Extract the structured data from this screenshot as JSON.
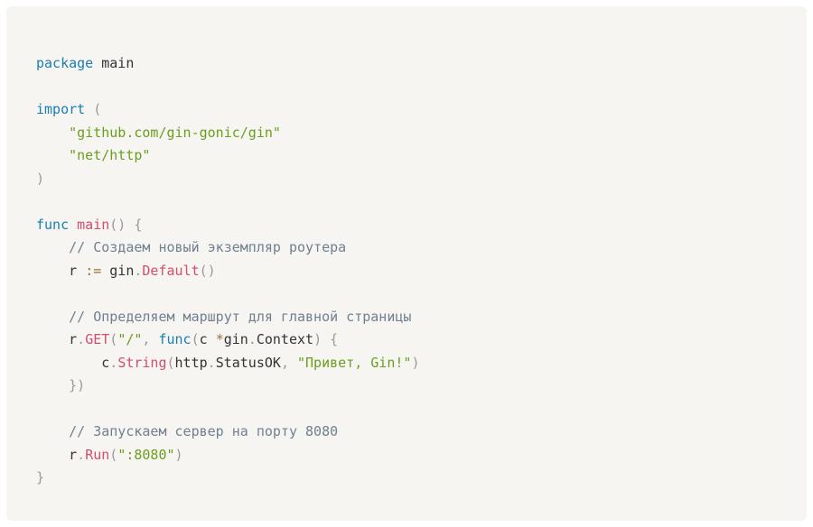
{
  "code": {
    "language": "go",
    "lines": [
      [
        {
          "t": "package",
          "k": "kw"
        },
        {
          "t": " main",
          "k": "id"
        }
      ],
      [],
      [
        {
          "t": "import",
          "k": "kw"
        },
        {
          "t": " (",
          "k": "pn"
        }
      ],
      [
        {
          "t": "    ",
          "k": "id"
        },
        {
          "t": "\"github.com/gin-gonic/gin\"",
          "k": "str"
        }
      ],
      [
        {
          "t": "    ",
          "k": "id"
        },
        {
          "t": "\"net/http\"",
          "k": "str"
        }
      ],
      [
        {
          "t": ")",
          "k": "pn"
        }
      ],
      [],
      [
        {
          "t": "func",
          "k": "kw"
        },
        {
          "t": " ",
          "k": "id"
        },
        {
          "t": "main",
          "k": "fn"
        },
        {
          "t": "() {",
          "k": "pn"
        }
      ],
      [
        {
          "t": "    ",
          "k": "id"
        },
        {
          "t": "// Создаем новый экземпляр роутера",
          "k": "cm"
        }
      ],
      [
        {
          "t": "    r ",
          "k": "id"
        },
        {
          "t": ":=",
          "k": "op"
        },
        {
          "t": " gin",
          "k": "id"
        },
        {
          "t": ".",
          "k": "pn"
        },
        {
          "t": "Default",
          "k": "fn"
        },
        {
          "t": "()",
          "k": "pn"
        }
      ],
      [],
      [
        {
          "t": "    ",
          "k": "id"
        },
        {
          "t": "// Определяем маршрут для главной страницы",
          "k": "cm"
        }
      ],
      [
        {
          "t": "    r",
          "k": "id"
        },
        {
          "t": ".",
          "k": "pn"
        },
        {
          "t": "GET",
          "k": "fn"
        },
        {
          "t": "(",
          "k": "pn"
        },
        {
          "t": "\"/\"",
          "k": "str"
        },
        {
          "t": ", ",
          "k": "pn"
        },
        {
          "t": "func",
          "k": "kw"
        },
        {
          "t": "(",
          "k": "pn"
        },
        {
          "t": "c ",
          "k": "id"
        },
        {
          "t": "*",
          "k": "op"
        },
        {
          "t": "gin",
          "k": "id"
        },
        {
          "t": ".",
          "k": "pn"
        },
        {
          "t": "Context",
          "k": "id"
        },
        {
          "t": ") {",
          "k": "pn"
        }
      ],
      [
        {
          "t": "        c",
          "k": "id"
        },
        {
          "t": ".",
          "k": "pn"
        },
        {
          "t": "String",
          "k": "fn"
        },
        {
          "t": "(",
          "k": "pn"
        },
        {
          "t": "http",
          "k": "id"
        },
        {
          "t": ".",
          "k": "pn"
        },
        {
          "t": "StatusOK",
          "k": "id"
        },
        {
          "t": ", ",
          "k": "pn"
        },
        {
          "t": "\"Привет, Gin!\"",
          "k": "str"
        },
        {
          "t": ")",
          "k": "pn"
        }
      ],
      [
        {
          "t": "    ",
          "k": "id"
        },
        {
          "t": "})",
          "k": "pn"
        }
      ],
      [],
      [
        {
          "t": "    ",
          "k": "id"
        },
        {
          "t": "// Запускаем сервер на порту 8080",
          "k": "cm"
        }
      ],
      [
        {
          "t": "    r",
          "k": "id"
        },
        {
          "t": ".",
          "k": "pn"
        },
        {
          "t": "Run",
          "k": "fn"
        },
        {
          "t": "(",
          "k": "pn"
        },
        {
          "t": "\":8080\"",
          "k": "str"
        },
        {
          "t": ")",
          "k": "pn"
        }
      ],
      [
        {
          "t": "}",
          "k": "pn"
        }
      ]
    ]
  },
  "colors": {
    "background": "#f6f5f2",
    "keyword": "#1a7fb0",
    "string": "#6a9e1f",
    "function": "#d44d6a",
    "comment": "#708090",
    "punctuation": "#9a9a9a",
    "operator": "#9a6e3a",
    "identifier": "#333333"
  }
}
